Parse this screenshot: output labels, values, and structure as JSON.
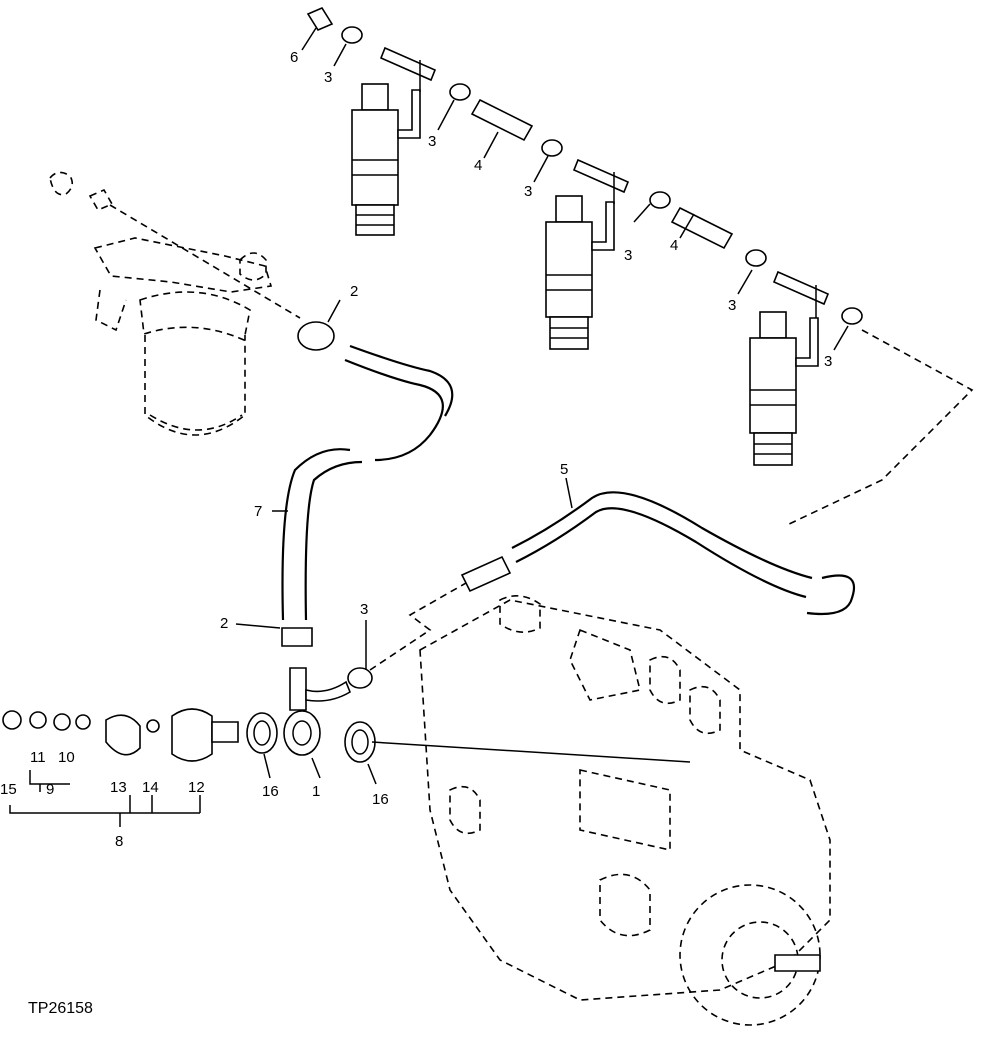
{
  "figure_id": "TP26158",
  "callouts": {
    "c1": "1",
    "c2": "2",
    "c3": "3",
    "c4": "4",
    "c5": "5",
    "c6": "6",
    "c7": "7",
    "c8": "8",
    "c9": "9",
    "c10": "10",
    "c11": "11",
    "c12": "12",
    "c13": "13",
    "c14": "14",
    "c15": "15",
    "c16": "16"
  }
}
